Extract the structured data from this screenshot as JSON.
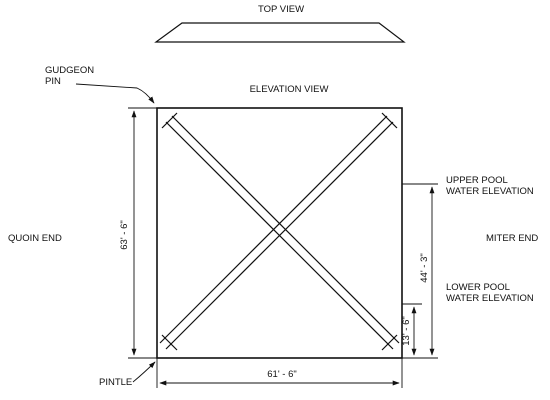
{
  "labels": {
    "top_view": "TOP VIEW",
    "elevation_view": "ELEVATION VIEW",
    "gudgeon_line1": "GUDGEON",
    "gudgeon_line2": "PIN",
    "quoin_end": "QUOIN END",
    "miter_end": "MITER END",
    "upper_pool_line1": "UPPER POOL",
    "upper_pool_line2": "WATER ELEVATION",
    "lower_pool_line1": "LOWER POOL",
    "lower_pool_line2": "WATER ELEVATION",
    "pintle": "PINTLE"
  },
  "dimensions": {
    "gate_height": "63' - 6\"",
    "gate_width": "61' - 6\"",
    "upper_pool_depth": "44' - 3\"",
    "lower_pool_depth": "13' - 6\""
  },
  "colors": {
    "line": "#111111",
    "background": "#ffffff"
  }
}
